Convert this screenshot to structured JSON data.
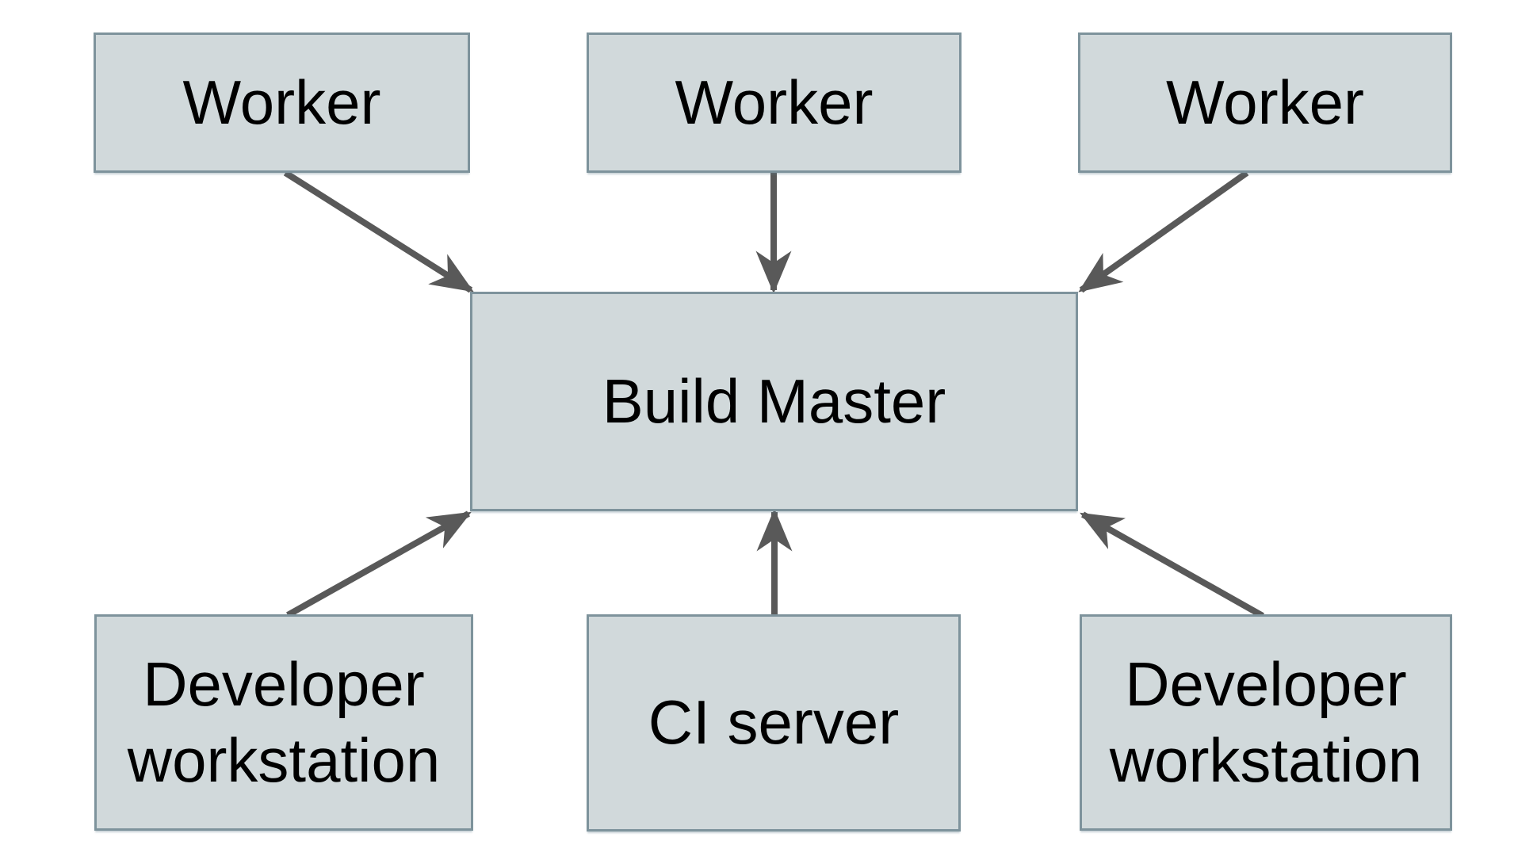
{
  "diagram": {
    "description": "Distributed build system architecture: three Workers report down to a central Build Master; two Developer workstations and a CI server feed up into the Build Master.",
    "nodes": {
      "worker1": {
        "label": "Worker"
      },
      "worker2": {
        "label": "Worker"
      },
      "worker3": {
        "label": "Worker"
      },
      "build_master": {
        "label": "Build Master"
      },
      "dev_workstation1": {
        "label": "Developer workstation"
      },
      "ci_server": {
        "label": "CI server"
      },
      "dev_workstation2": {
        "label": "Developer workstation"
      }
    },
    "edges": [
      {
        "from": "worker1",
        "to": "build_master"
      },
      {
        "from": "worker2",
        "to": "build_master"
      },
      {
        "from": "worker3",
        "to": "build_master"
      },
      {
        "from": "dev_workstation1",
        "to": "build_master"
      },
      {
        "from": "ci_server",
        "to": "build_master"
      },
      {
        "from": "dev_workstation2",
        "to": "build_master"
      }
    ],
    "colors": {
      "node_fill": "#d1d9db",
      "node_border": "#7e939c",
      "arrow": "#595959",
      "text": "#000000",
      "background": "#ffffff"
    }
  }
}
